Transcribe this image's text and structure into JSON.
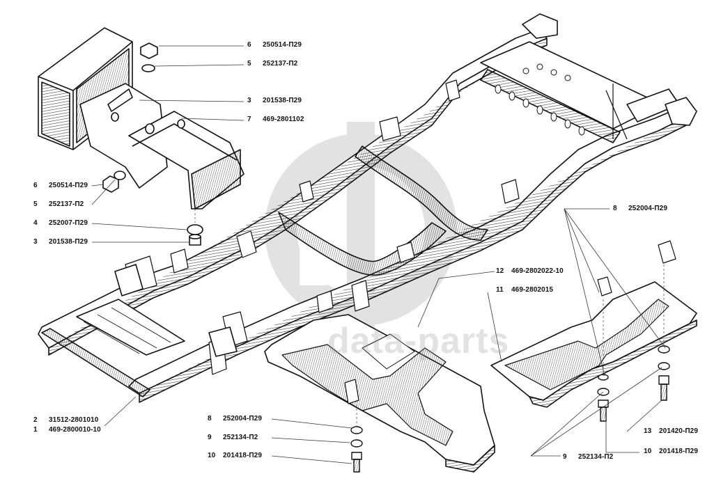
{
  "watermark": {
    "text": "data-parts"
  },
  "callouts": [
    {
      "num": "6",
      "code": "250514-П29"
    },
    {
      "num": "5",
      "code": "252137-П2"
    },
    {
      "num": "3",
      "code": "201538-П29"
    },
    {
      "num": "7",
      "code": "469-2801102"
    },
    {
      "num": "6",
      "code": "250514-П29"
    },
    {
      "num": "5",
      "code": "252137-П2"
    },
    {
      "num": "4",
      "code": "252007-П29"
    },
    {
      "num": "3",
      "code": "201538-П29"
    },
    {
      "num": "2",
      "code": "31512-2801010"
    },
    {
      "num": "1",
      "code": "469-2800010-10"
    },
    {
      "num": "8",
      "code": "252004-П29"
    },
    {
      "num": "9",
      "code": "252134-П2"
    },
    {
      "num": "10",
      "code": "201418-П29"
    },
    {
      "num": "12",
      "code": "469-2802022-10"
    },
    {
      "num": "11",
      "code": "469-2802015"
    },
    {
      "num": "8",
      "code": "252004-П29"
    },
    {
      "num": "13",
      "code": "201420-П29"
    },
    {
      "num": "10",
      "code": "201418-П29"
    },
    {
      "num": "9",
      "code": "252134-П2"
    }
  ]
}
